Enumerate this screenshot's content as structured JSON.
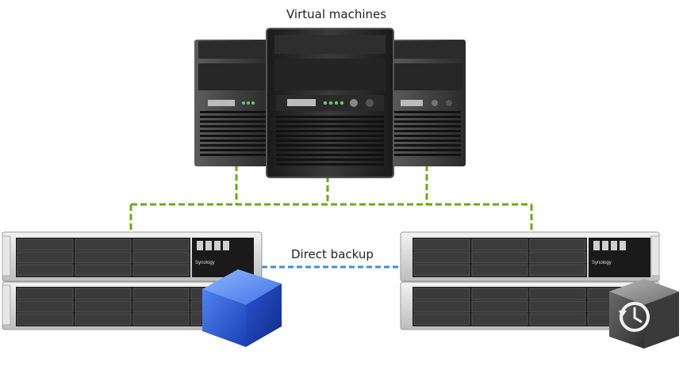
{
  "labels": {
    "top": "Virtual machines",
    "link": "Direct backup"
  },
  "nas_brand": "Synology",
  "colors": {
    "vm_links": "#6aaa14",
    "backup_link": "#3a8fdc",
    "cube": "#2a5bd6",
    "restore_badge": "#555555"
  },
  "icons": {
    "left_overlay": "cube-icon",
    "right_overlay": "clock-restore-icon"
  }
}
